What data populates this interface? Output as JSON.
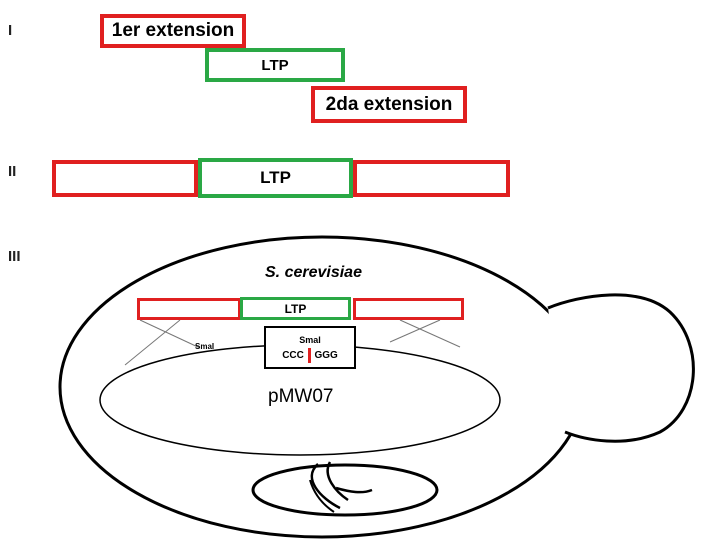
{
  "colors": {
    "extension": "#e02020",
    "ltp": "#2aa845",
    "outline": "#000000"
  },
  "step1": {
    "label": "I",
    "first_extension": "1er extension",
    "ltp": "LTP",
    "second_extension": "2da extension"
  },
  "step2": {
    "label": "II",
    "ltp": "LTP"
  },
  "step3": {
    "label": "III",
    "organism": "S. cerevisiae",
    "ltp": "LTP",
    "site_left": "SmaI",
    "site_box_name": "SmaI",
    "site_seq_left": "CCC",
    "site_seq_right": "GGG",
    "plasmid": "pMW07"
  }
}
